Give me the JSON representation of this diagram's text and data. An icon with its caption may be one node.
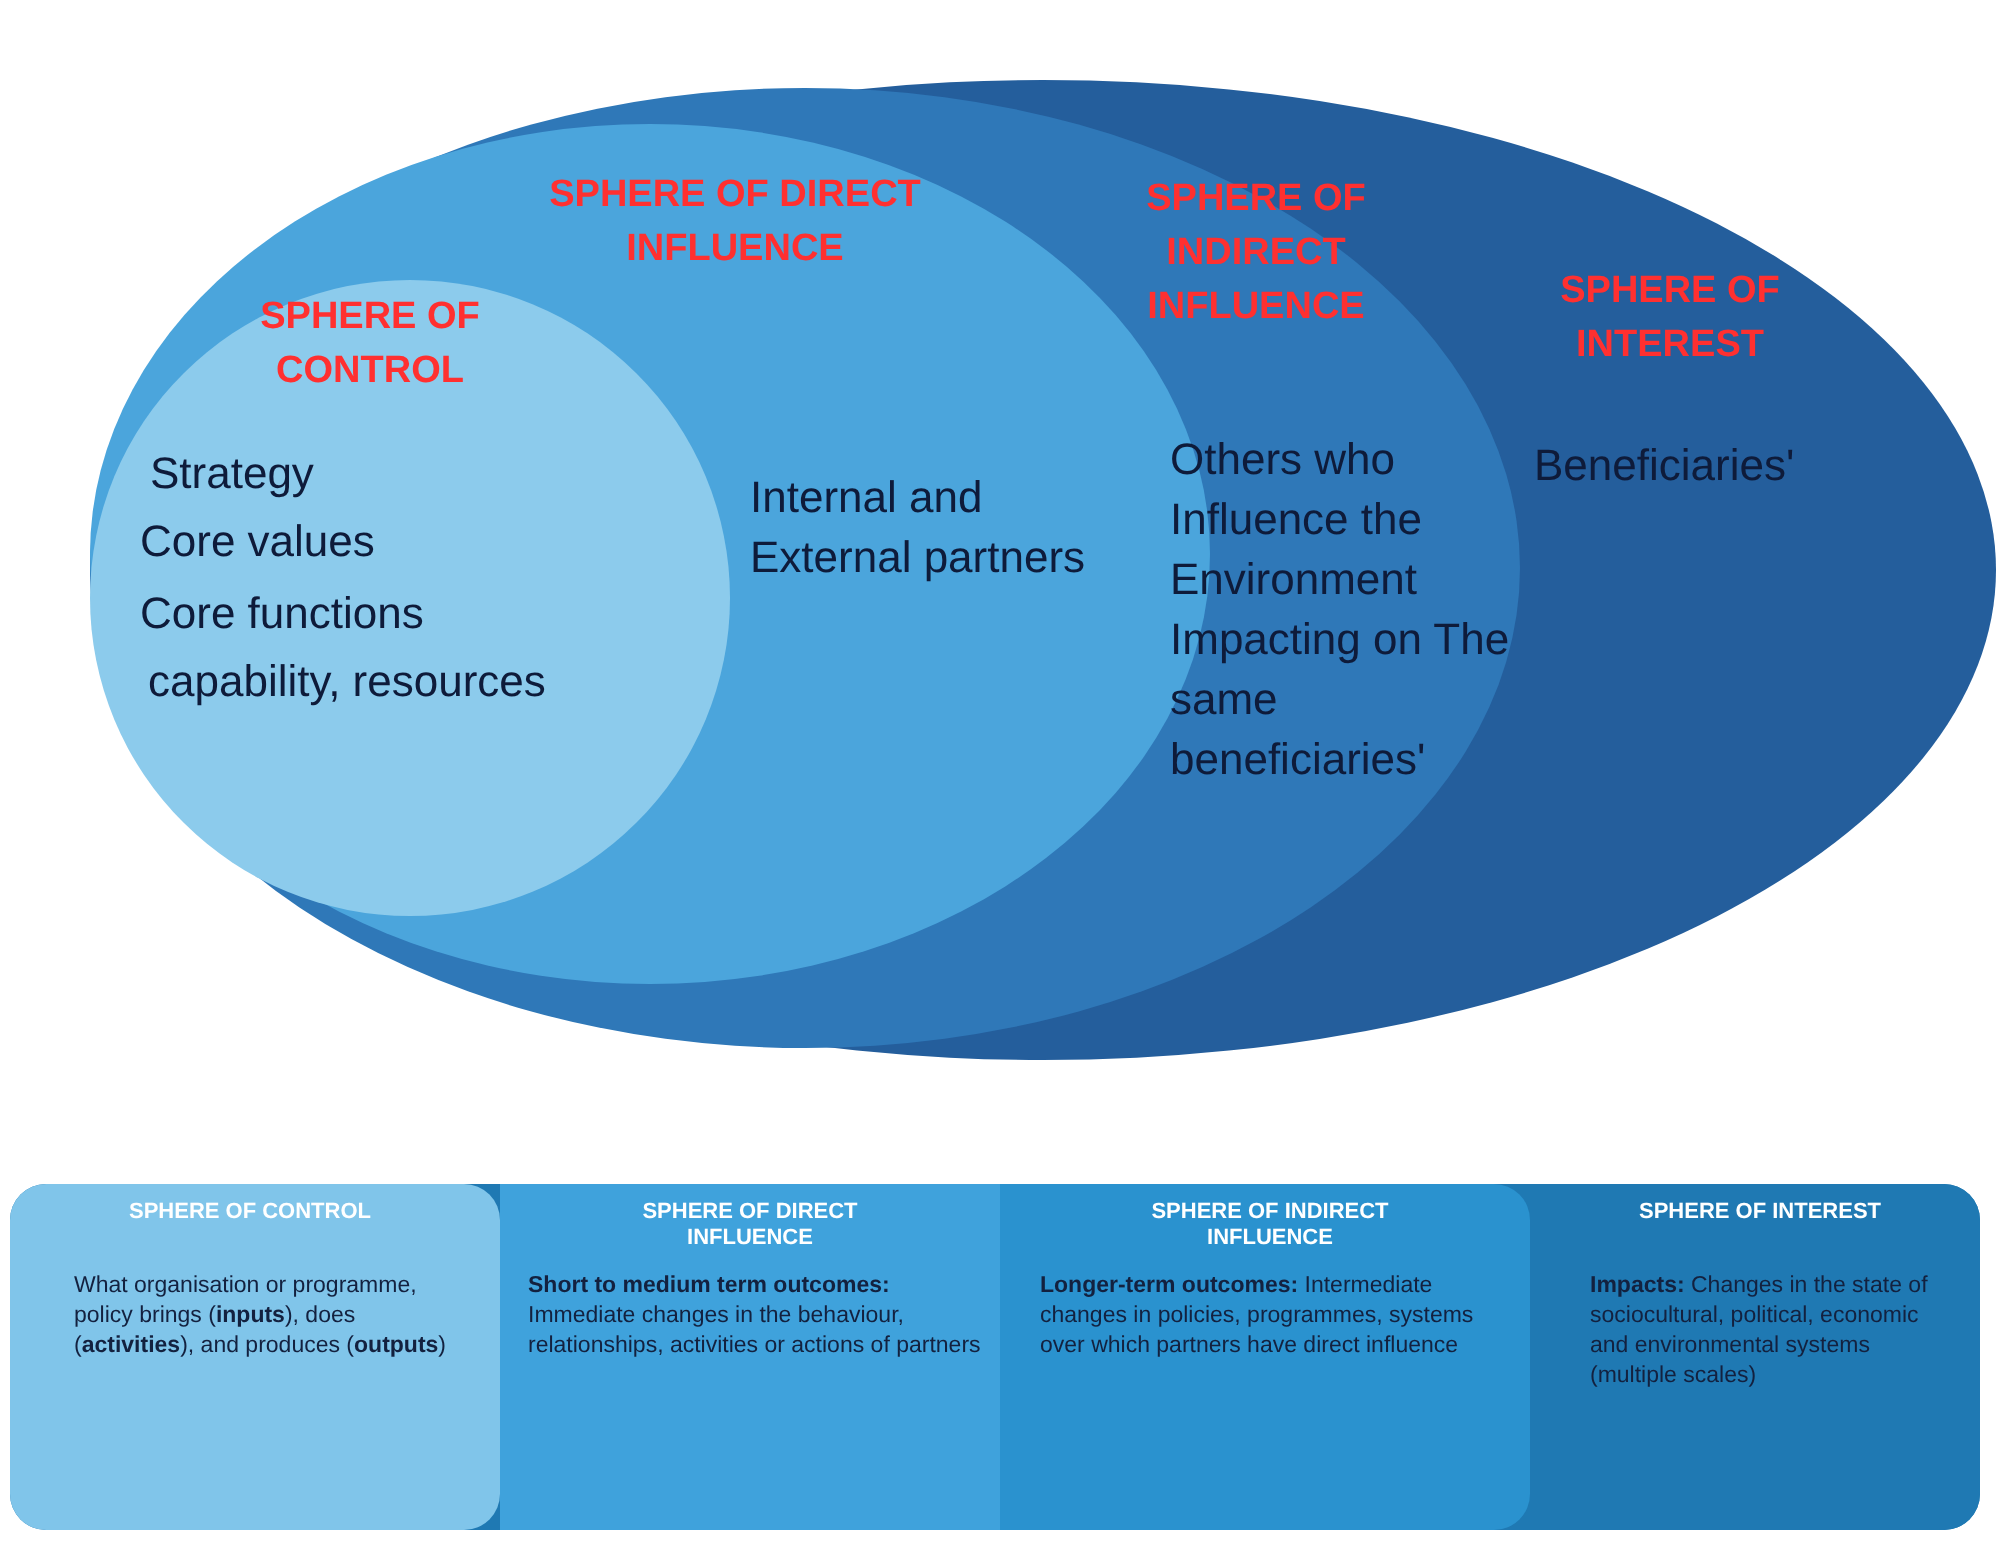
{
  "diagram": {
    "nodes": [
      {
        "text": [
          "SPHERE OF INTEREST",
          "Beneficiaries'"
        ]
      },
      {
        "text": [
          "SPHERE OF INDIRECT INFLUENCE",
          "Others who Influence the Environment Impacting on The same beneficiaries'"
        ],
        "in": 0
      },
      {
        "text": [
          "SPHERE OF DIRECT INFLUENCE",
          "Internal and External partners"
        ],
        "in": 1
      },
      {
        "text": [
          "SPHERE OF CONTROL",
          "Strategy",
          "Core values",
          "Core functions",
          "capability, resources"
        ],
        "in": 2
      },
      {
        "text": [
          "SPHERE OF CONTROL",
          "What organisation or programme, policy brings (**inputs**), does (**activities**), and produces (**outputs**)"
        ]
      },
      {
        "text": [
          "SPHERE OF DIRECT INFLUENCE",
          "**Short to medium term outcomes:** Immediate changes in the behaviour, relationships, activities or actions of partners"
        ]
      },
      {
        "text": [
          "SPHERE OF INDIRECT INFLUENCE",
          "**Longer-term outcomes:** Intermediate changes in policies, programmes, systems over which partners have direct influence"
        ]
      },
      {
        "text": [
          "SPHERE OF INTEREST",
          "**Impacts:** Changes in the state of sociocultural, political, economic and environmental systems (multiple scales)"
        ]
      }
    ],
    "edges": []
  }
}
